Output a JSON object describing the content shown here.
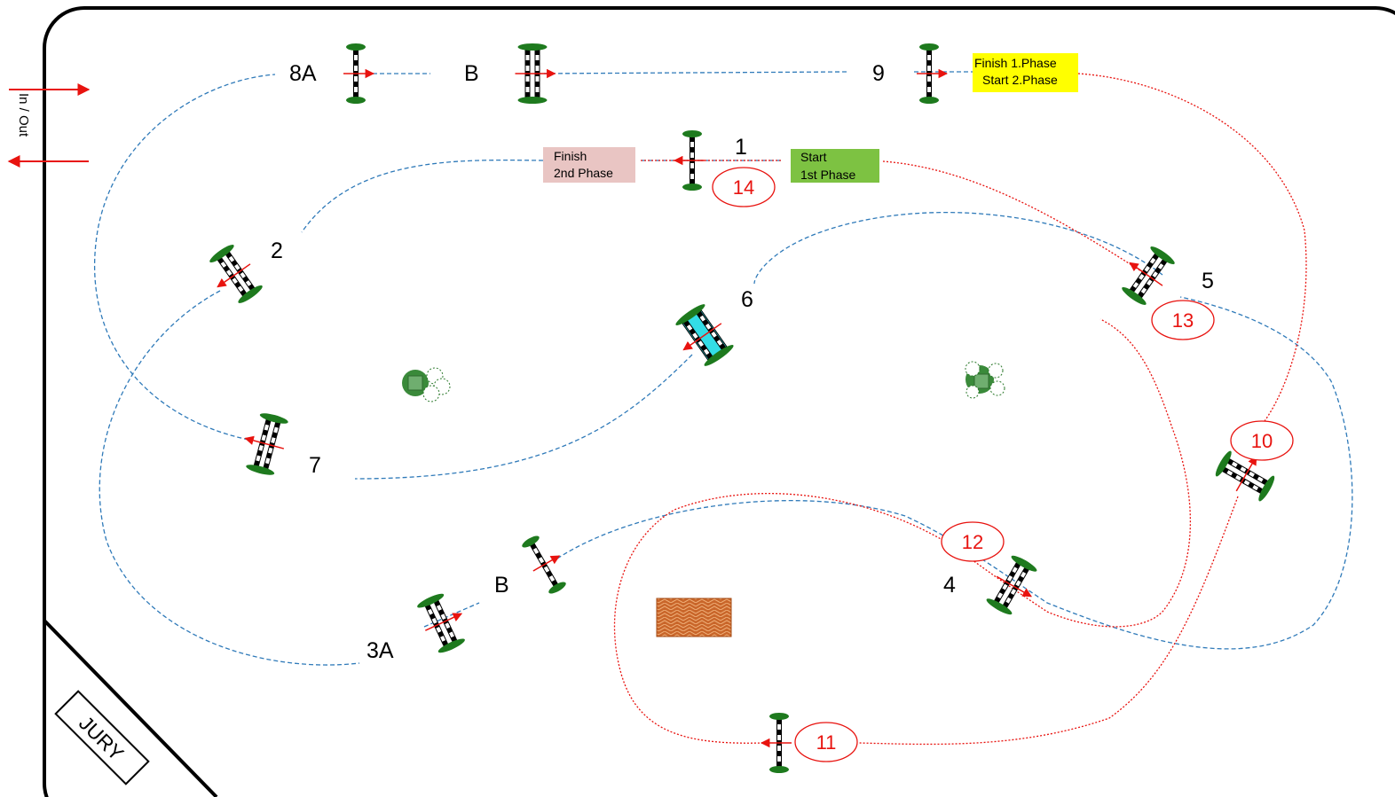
{
  "entrance": {
    "label": "In / Out"
  },
  "jury": {
    "label": "JURY"
  },
  "phase_boxes": {
    "start_first": {
      "line1": "Start",
      "line2": "1st Phase",
      "color": "#7dc242"
    },
    "finish_second": {
      "line1": "Finish",
      "line2": "2nd Phase",
      "color": "#e9c5c3"
    },
    "finish_first_start_second": {
      "line1": "Finish   1.Phase",
      "line2": "Start 2.Phase",
      "color": "#ffff00"
    }
  },
  "jump_numbers": {
    "j1": "1",
    "j2": "2",
    "j3a": "3A",
    "j3b": "B",
    "j4": "4",
    "j5": "5",
    "j6": "6",
    "j7": "7",
    "j8a": "8A",
    "j8b": "B",
    "j9": "9"
  },
  "second_phase_numbers": {
    "j10": "10",
    "j11": "11",
    "j12": "12",
    "j13": "13",
    "j14": "14"
  },
  "colors": {
    "first_phase_track": "#2f7ab9",
    "second_phase_track": "#e8130f",
    "arrow": "#e8130f",
    "pole_dark": "#000000",
    "pole_light": "#ffffff",
    "wing_green": "#1e7a1e",
    "water_tray": "#33dde6",
    "wall_brick": "#c9662a"
  }
}
